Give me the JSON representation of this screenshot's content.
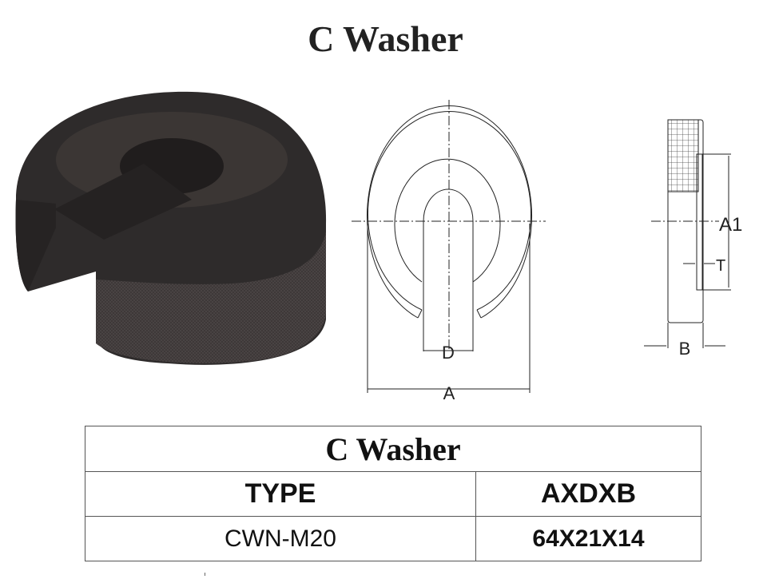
{
  "title": "C Washer",
  "drawing": {
    "labels": {
      "a": "A",
      "d": "D",
      "a1": "A1",
      "t": "T",
      "b": "B"
    }
  },
  "table": {
    "title": "C Washer",
    "headers": [
      "TYPE",
      "AXDXB"
    ],
    "rows": [
      [
        "CWN-M20",
        "64X21X14"
      ]
    ]
  }
}
